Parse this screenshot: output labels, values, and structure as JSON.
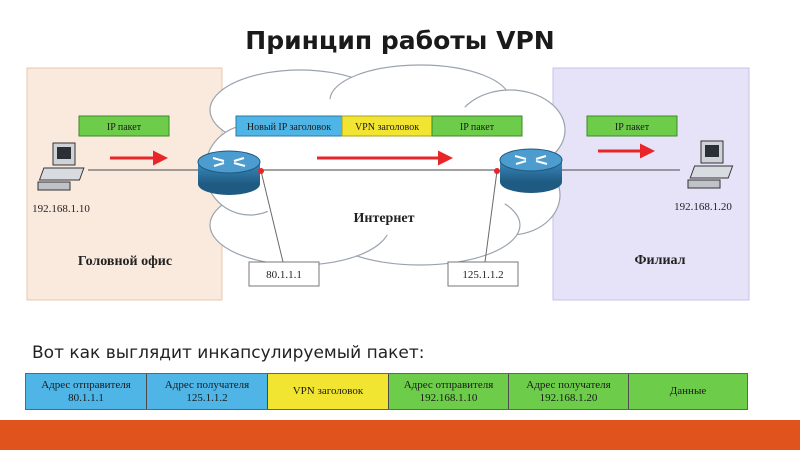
{
  "title": "Принцип работы VPN",
  "head_office": {
    "label": "Головной офис",
    "ip": "192.168.1.10",
    "packet_label": "IP пакет"
  },
  "branch": {
    "label": "Филиал",
    "ip": "192.168.1.20",
    "packet_label": "IP пакет"
  },
  "internet": {
    "label": "Интернет",
    "tunnel_packet": [
      "Новый IP заголовок",
      "VPN заголовок",
      "IP пакет"
    ],
    "left_router_ip": "80.1.1.1",
    "right_router_ip": "125.1.1.2"
  },
  "caption": "Вот как выглядит инкапсулируемый пакет:",
  "encapsulated_packet": [
    {
      "text": "Адрес отправителя\n80.1.1.1",
      "color": "#4fb5e6"
    },
    {
      "text": "Адрес получателя\n125.1.1.2",
      "color": "#4fb5e6"
    },
    {
      "text": "VPN заголовок",
      "color": "#f2e531"
    },
    {
      "text": "Адрес отправителя\n192.168.1.10",
      "color": "#6dcc4a"
    },
    {
      "text": "Адрес получателя\n192.168.1.20",
      "color": "#6dcc4a"
    },
    {
      "text": "Данные",
      "color": "#6dcc4a"
    }
  ],
  "colors": {
    "office_bg": "#fae9dd",
    "branch_bg": "#e6e2f7",
    "packet_green": "#6dcc4a",
    "vpn_yellow": "#f2e531",
    "header_blue": "#4fb5e6",
    "arrow_red": "#e8262a",
    "router_blue": "#2a6f9c",
    "accent_orange": "#e0531c"
  }
}
